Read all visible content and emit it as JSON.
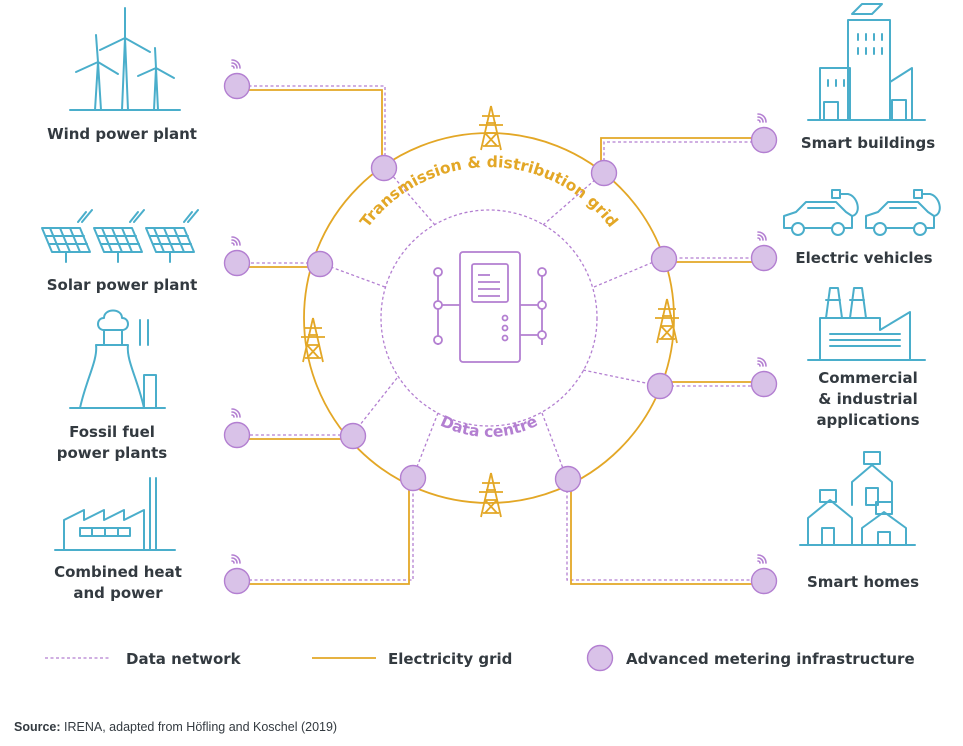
{
  "diagram": {
    "ring_outer_label": "Transmission & distribution grid",
    "ring_inner_label": "Data centre",
    "sources": {
      "wind": "Wind power plant",
      "solar": "Solar power plant",
      "fossil_line1": "Fossil fuel",
      "fossil_line2": "power plants",
      "chp_line1": "Combined heat",
      "chp_line2": "and power"
    },
    "consumers": {
      "buildings": "Smart buildings",
      "ev": "Electric vehicles",
      "industry_line1": "Commercial",
      "industry_line2": "& industrial",
      "industry_line3": "applications",
      "homes": "Smart homes"
    }
  },
  "legend": {
    "data_network": "Data network",
    "electricity_grid": "Electricity grid",
    "ami": "Advanced metering infrastructure"
  },
  "source": {
    "prefix": "Source:",
    "text": "IRENA, adapted from Höfling and Koschel (2019)"
  },
  "colors": {
    "electricity": "#e3a726",
    "data": "#b37fd1",
    "ami_fill": "#d9c2e8",
    "icons": "#4aaecb",
    "text": "#333a40"
  }
}
